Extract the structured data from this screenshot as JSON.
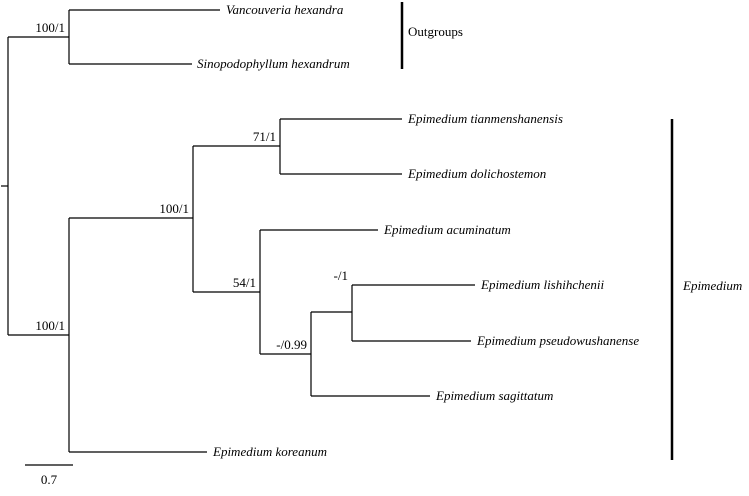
{
  "taxa": [
    "Vancouveria hexandra",
    "Sinopodophyllum hexandrum",
    "Epimedium tianmenshanensis",
    "Epimedium dolichostemon",
    "Epimedium acuminatum",
    "Epimedium lishihchenii",
    "Epimedium pseudowushanense",
    "Epimedium sagittatum",
    "Epimedium koreanum"
  ],
  "support_values": [
    "100/1",
    "100/1",
    "100/1",
    "71/1",
    "54/1",
    "-/0.99",
    "-/1"
  ],
  "clades": {
    "outgroups": "Outgroups",
    "epimedium": "Epimedium"
  },
  "scale_bar": "0.7"
}
